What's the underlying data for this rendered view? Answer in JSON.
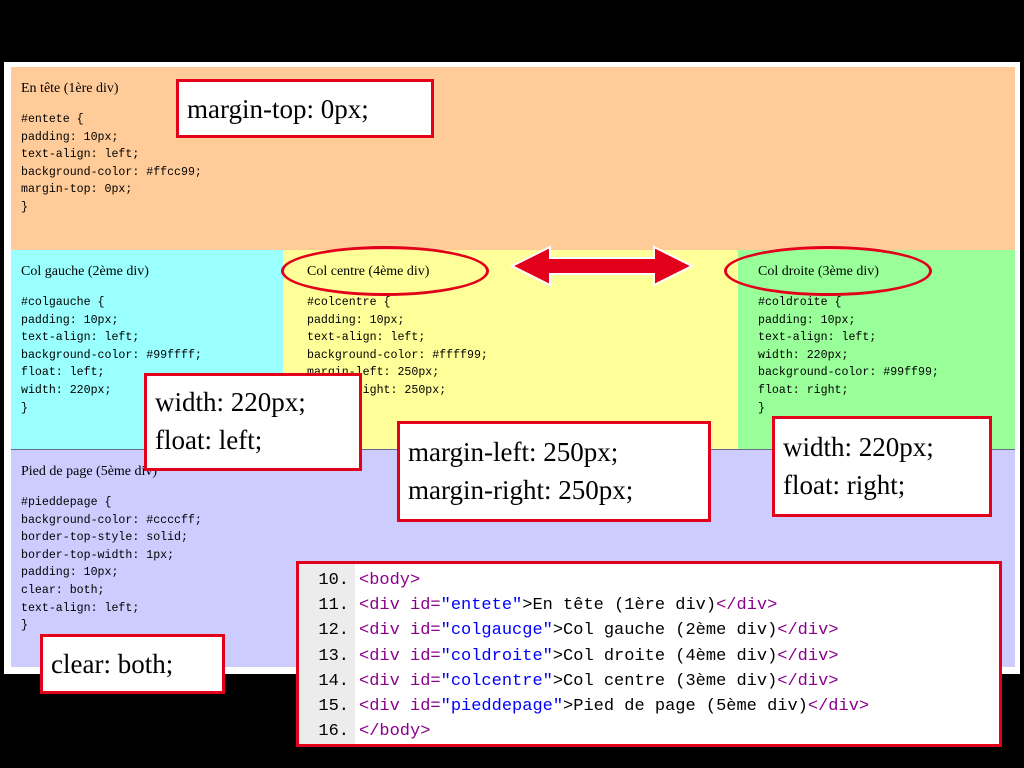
{
  "panels": {
    "entete": {
      "title": "En tête (1ère div)",
      "code": "#entete {\npadding: 10px;\ntext-align: left;\nbackground-color: #ffcc99;\nmargin-top: 0px;\n}"
    },
    "colgauche": {
      "title": "Col gauche (2ème div)",
      "code": "#colgauche {\npadding: 10px;\ntext-align: left;\nbackground-color: #99ffff;\nfloat: left;\nwidth: 220px;\n}"
    },
    "colcentre": {
      "title": "Col centre (4ème div)",
      "code": "#colcentre {\npadding: 10px;\ntext-align: left;\nbackground-color: #ffff99;\nmargin-left: 250px;\nmargin-right: 250px;"
    },
    "coldroite": {
      "title": "Col droite (3ème div)",
      "code": "#coldroite {\npadding: 10px;\ntext-align: left;\nwidth: 220px;\nbackground-color: #99ff99;\nfloat: right;\n}"
    },
    "pied": {
      "title": "Pied de page (5ème div)",
      "code": "#pieddepage {\nbackground-color: #ccccff;\nborder-top-style: solid;\nborder-top-width: 1px;\npadding: 10px;\nclear: both;\ntext-align: left;\n}"
    }
  },
  "callouts": {
    "margin_top": "margin-top: 0px;",
    "left_width": "width: 220px;",
    "left_float": "float: left;",
    "center_ml": "margin-left: 250px;",
    "center_mr": "margin-right: 250px;",
    "right_width": "width: 220px;",
    "right_float": "float: right;",
    "clear": "clear: both;"
  },
  "code_listing": {
    "line_numbers": [
      "10.",
      "11.",
      "12.",
      "13.",
      "14.",
      "15.",
      "16."
    ],
    "lines": [
      {
        "tag_open": "<body>",
        "attr": "",
        "value": "",
        "text": "",
        "tag_close": ""
      },
      {
        "tag_open": "<div ",
        "attr": "id=",
        "value": "\"entete\"",
        "text": ">En tête (1ère div)",
        "tag_close": "</div>"
      },
      {
        "tag_open": "<div ",
        "attr": "id=",
        "value": "\"colgaucge\"",
        "text": ">Col gauche (2ème div)",
        "tag_close": "</div>"
      },
      {
        "tag_open": "<div ",
        "attr": "id=",
        "value": "\"coldroite\"",
        "text": ">Col droite (4ème div)",
        "tag_close": "</div>"
      },
      {
        "tag_open": "<div ",
        "attr": "id=",
        "value": "\"colcentre\"",
        "text": ">Col centre (3ème div)",
        "tag_close": "</div>"
      },
      {
        "tag_open": "<div ",
        "attr": "id=",
        "value": "\"pieddepage\"",
        "text": ">Pied de page (5ème div)",
        "tag_close": "</div>"
      },
      {
        "tag_open": "</body>",
        "attr": "",
        "value": "",
        "text": "",
        "tag_close": ""
      }
    ]
  },
  "colors": {
    "entete": "#ffcc99",
    "colgauche": "#99ffff",
    "colcentre": "#ffff99",
    "coldroite": "#99ff99",
    "pied": "#ccccff",
    "accent": "#e3001b"
  }
}
